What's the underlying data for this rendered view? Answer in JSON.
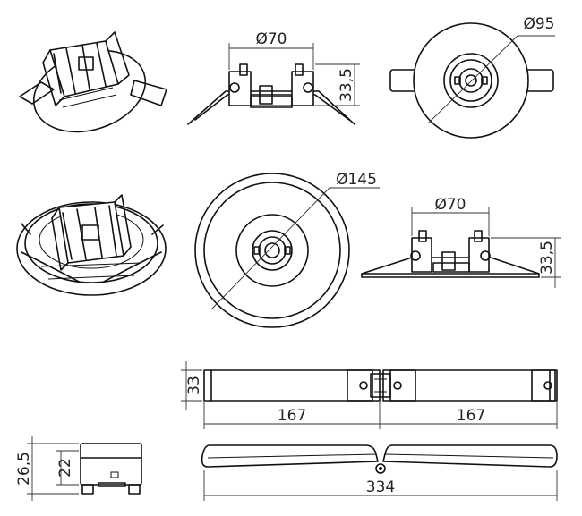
{
  "dimensions": {
    "top_front_width": "Ø70",
    "top_front_height": "33,5",
    "top_round_diameter": "Ø95",
    "mid_round_diameter": "Ø145",
    "mid_front_width": "Ø70",
    "mid_front_height": "33,5",
    "bar_height": "33",
    "bar_left_length": "167",
    "bar_right_length": "167",
    "box_height_outer": "26,5",
    "box_height_inner": "22",
    "bar_total_length": "334"
  }
}
